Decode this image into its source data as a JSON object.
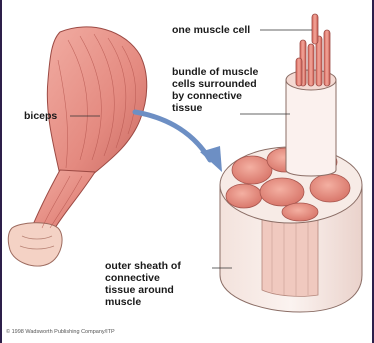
{
  "labels": {
    "one_muscle_cell": "one muscle cell",
    "bundle": "bundle of muscle\ncells surrounded\nby connective\ntissue",
    "biceps": "biceps",
    "outer_sheath": "outer sheath of\nconnective\ntissue around\nmuscle"
  },
  "copyright": "© 1998 Wadsworth Publishing Company/ITP",
  "colors": {
    "frame_border": "#2d1f4a",
    "muscle": "#e8958a",
    "muscle_dark": "#c9655d",
    "sheath": "#f7ebe6",
    "arrow": "#6d8fc4"
  }
}
